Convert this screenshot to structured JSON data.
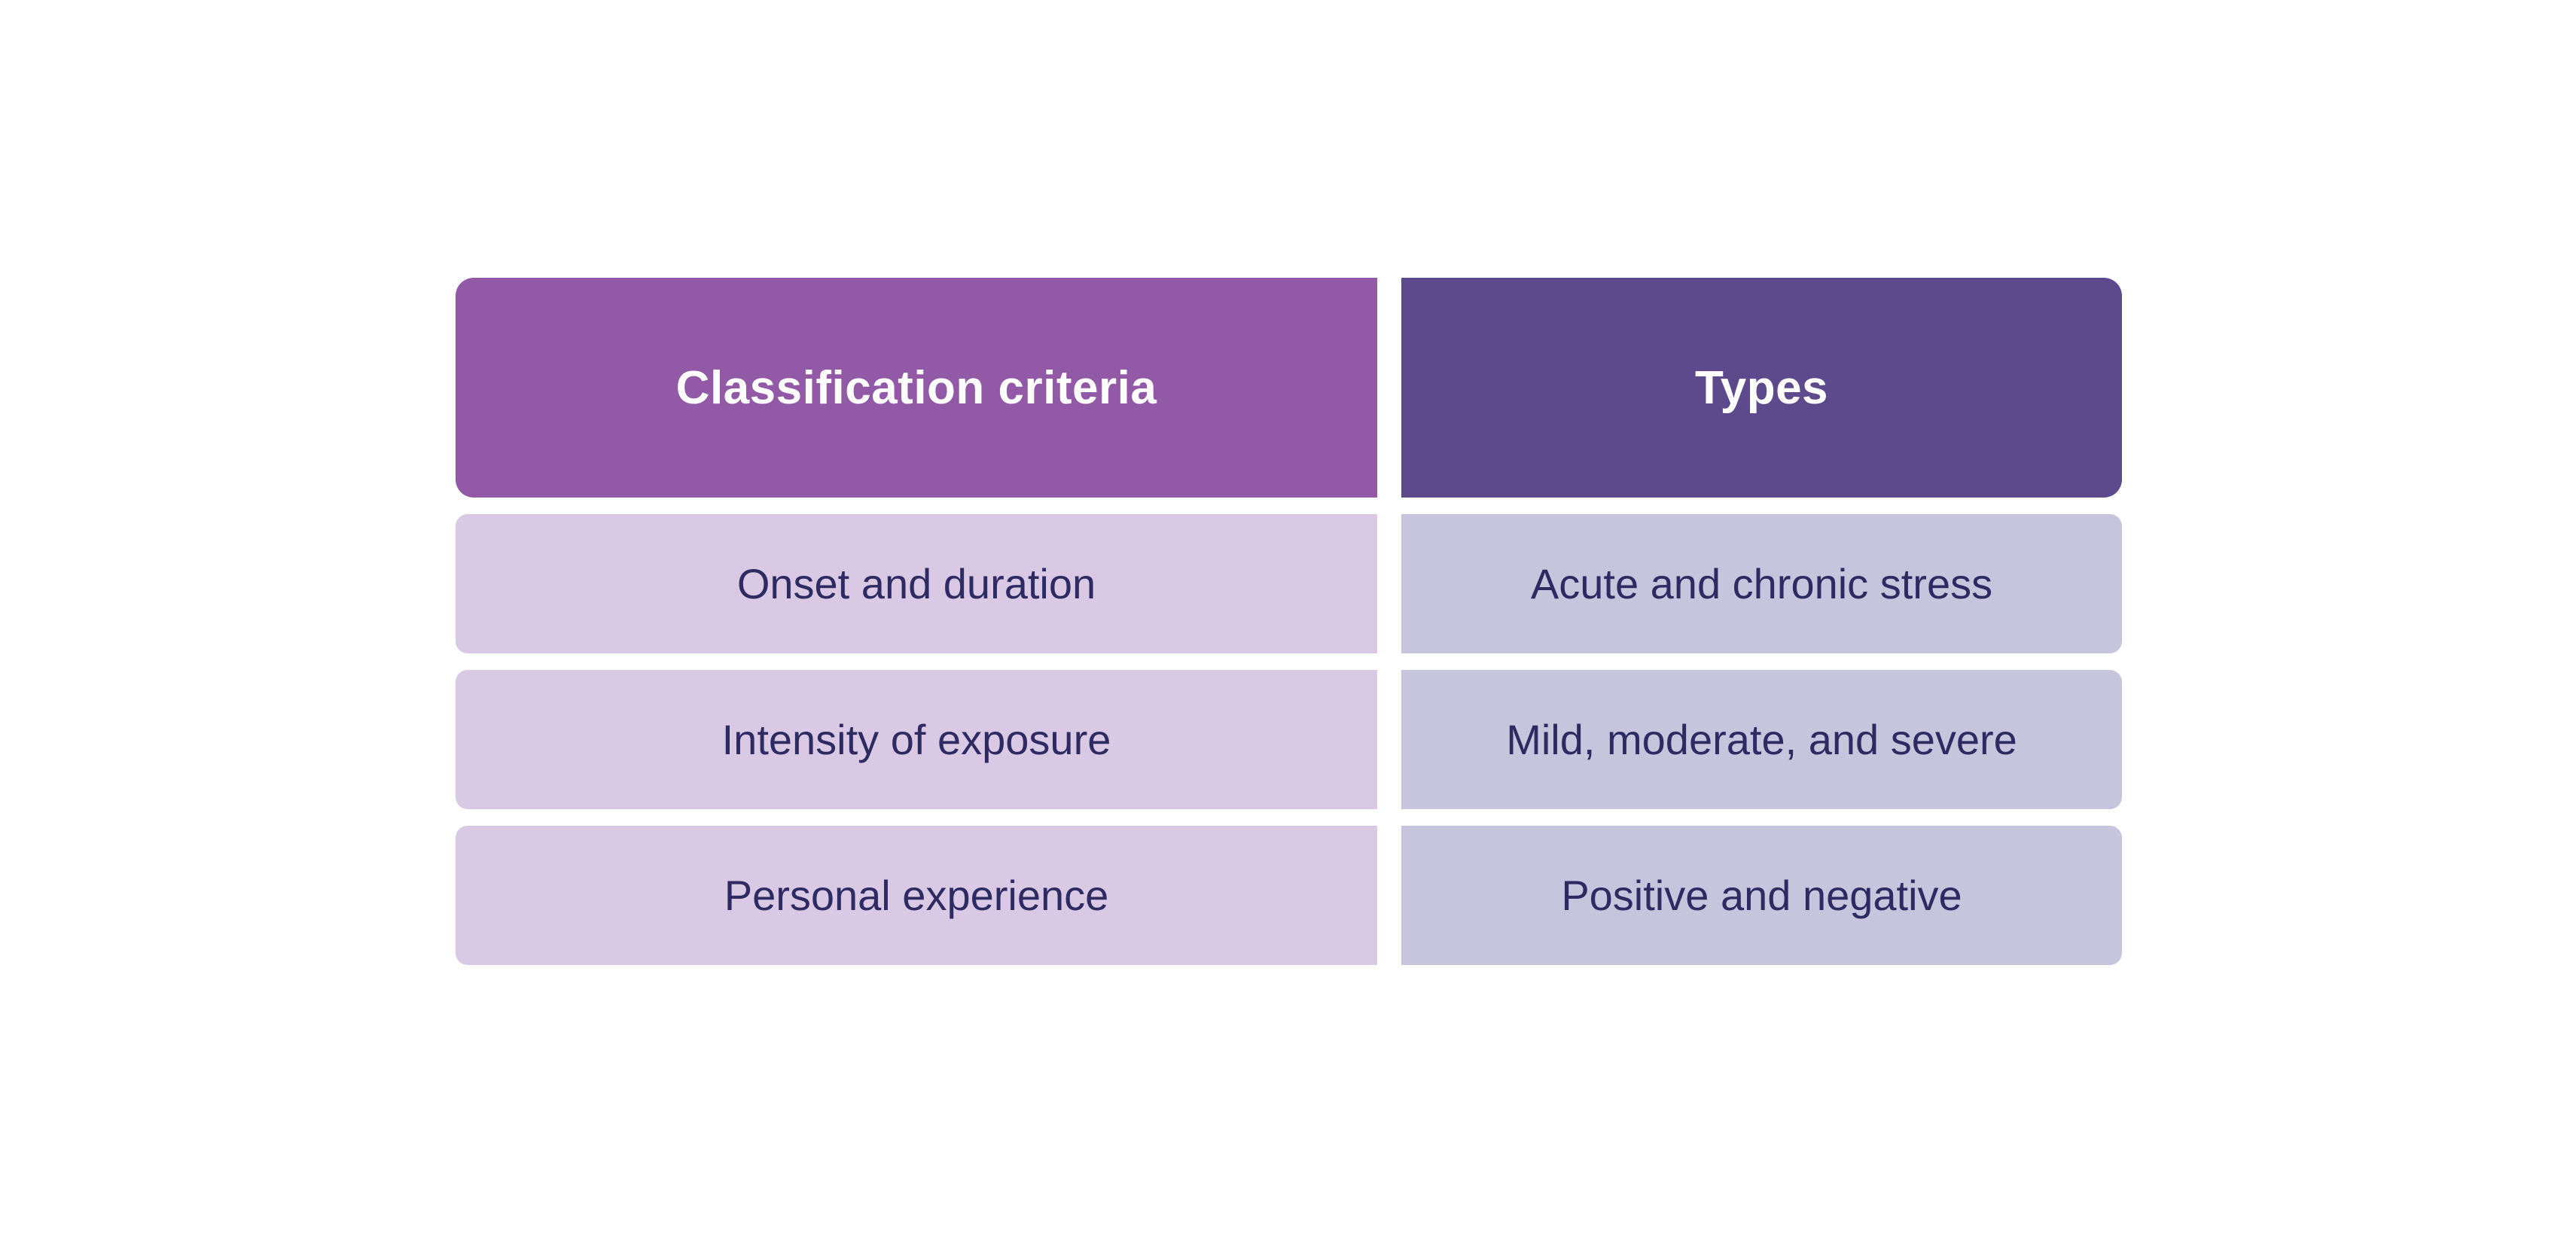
{
  "colors": {
    "page_bg": "#FFFFFF",
    "header_left_bg": "#9159A6",
    "header_right_bg": "#5D4A8D",
    "cell_left_bg": "#D9C9E5",
    "cell_right_bg": "#C7C4DD",
    "header_text": "#FFFFFF",
    "cell_text": "#2E2A62"
  },
  "table": {
    "columns": [
      {
        "header": "Classification criteria"
      },
      {
        "header": "Types"
      }
    ],
    "rows": [
      {
        "criteria": "Onset and duration",
        "types": "Acute and chronic stress"
      },
      {
        "criteria": "Intensity of exposure",
        "types": "Mild, moderate, and severe"
      },
      {
        "criteria": "Personal experience",
        "types": "Positive and negative"
      }
    ]
  },
  "chart_data": {
    "type": "table",
    "columns": [
      "Classification criteria",
      "Types"
    ],
    "rows": [
      [
        "Onset and duration",
        "Acute and chronic stress"
      ],
      [
        "Intensity of exposure",
        "Mild, moderate, and severe"
      ],
      [
        "Personal experience",
        "Positive and negative"
      ]
    ]
  }
}
